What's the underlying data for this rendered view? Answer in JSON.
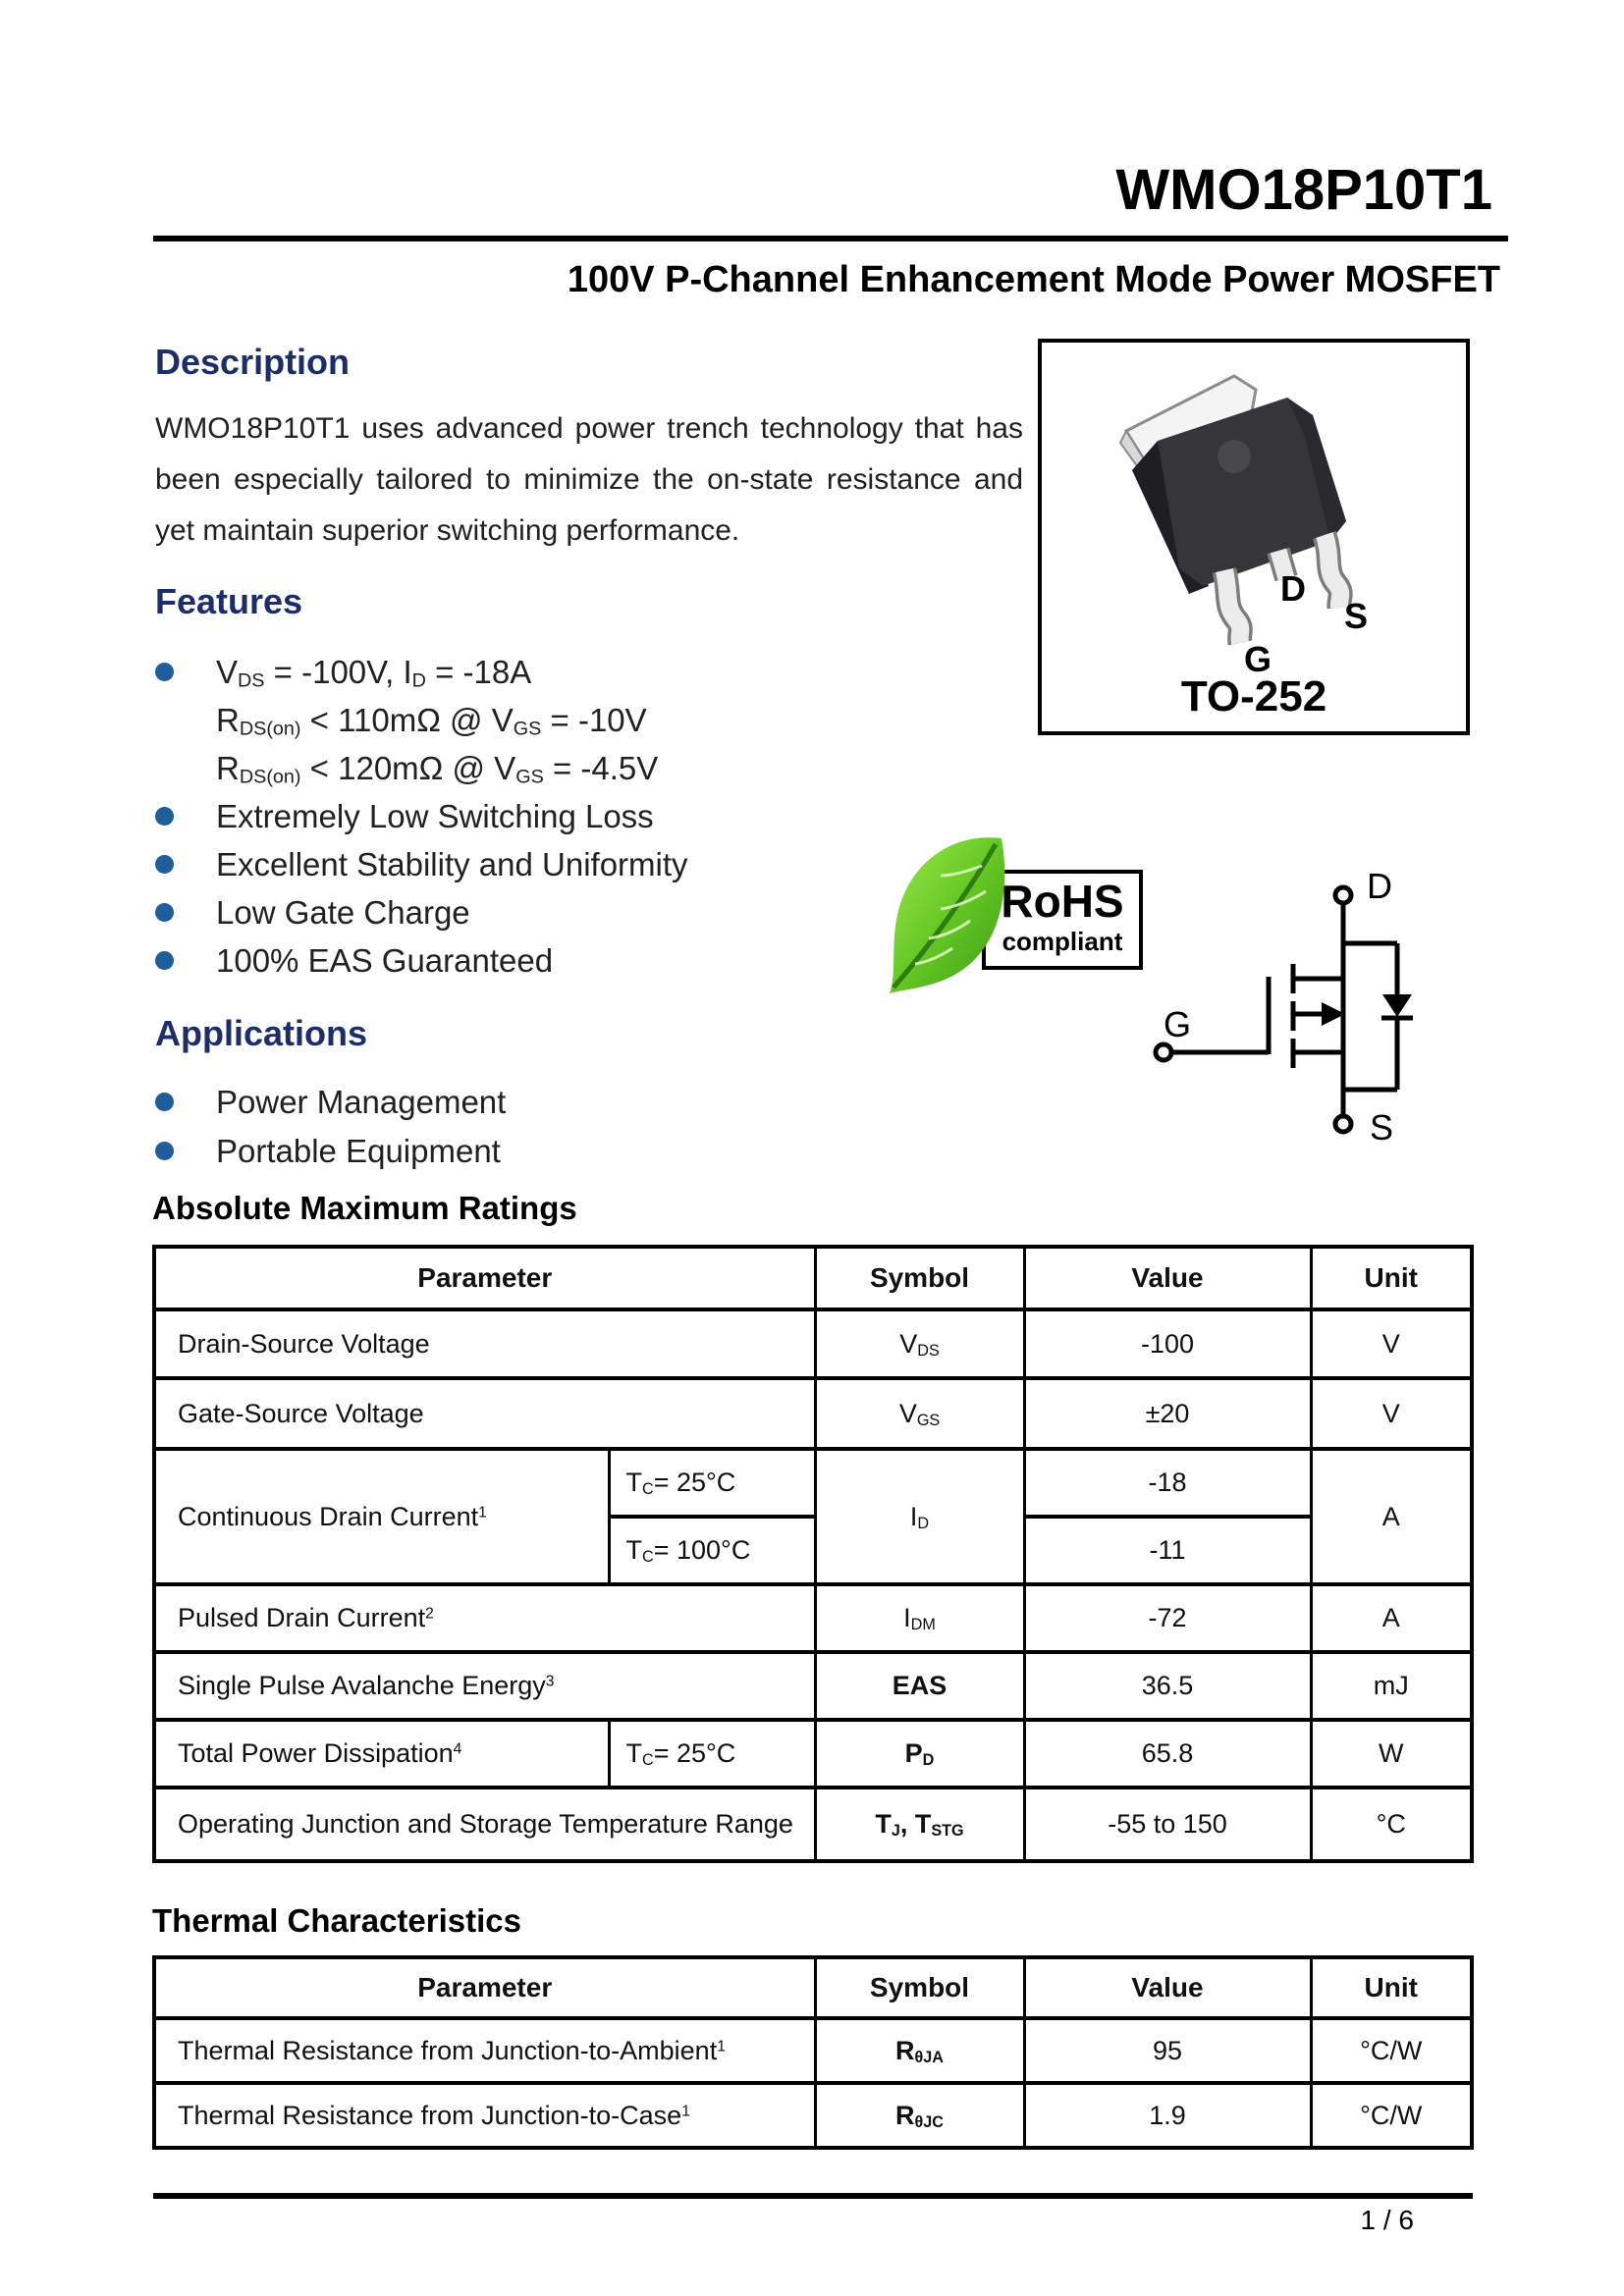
{
  "header": {
    "part_number": "WMO18P10T1",
    "subtitle": "100V P-Channel Enhancement Mode Power MOSFET"
  },
  "description": {
    "heading": "Description",
    "lines": [
      "WMO18P10T1 uses advanced power trench technology that has",
      "been especially tailored to minimize the on-state resistance and",
      "yet maintain superior switching performance."
    ]
  },
  "features": {
    "heading": "Features",
    "items": [
      {
        "bullet": true,
        "rich": [
          {
            "t": "V"
          },
          {
            "t": "DS",
            "s": "sub"
          },
          {
            "t": " = -100V, I"
          },
          {
            "t": "D",
            "s": "sub"
          },
          {
            "t": " = -18A"
          }
        ]
      },
      {
        "bullet": false,
        "rich": [
          {
            "t": "R"
          },
          {
            "t": "DS(on)",
            "s": "sub"
          },
          {
            "t": " < 110mΩ @ V"
          },
          {
            "t": "GS",
            "s": "sub"
          },
          {
            "t": " = -10V"
          }
        ]
      },
      {
        "bullet": false,
        "rich": [
          {
            "t": "R"
          },
          {
            "t": "DS(on)",
            "s": "sub"
          },
          {
            "t": " < 120mΩ @ V"
          },
          {
            "t": "GS",
            "s": "sub"
          },
          {
            "t": " = -4.5V"
          }
        ]
      },
      {
        "bullet": true,
        "rich": [
          {
            "t": "Extremely Low Switching Loss"
          }
        ]
      },
      {
        "bullet": true,
        "rich": [
          {
            "t": "Excellent Stability and Uniformity"
          }
        ]
      },
      {
        "bullet": true,
        "rich": [
          {
            "t": "Low Gate Charge"
          }
        ]
      },
      {
        "bullet": true,
        "rich": [
          {
            "t": "100% EAS Guaranteed"
          }
        ]
      }
    ]
  },
  "applications": {
    "heading": "Applications",
    "items": [
      "Power Management",
      "Portable Equipment"
    ]
  },
  "package_figure": {
    "name": "TO-252",
    "pin_drain": "D",
    "pin_source": "S",
    "pin_gate": "G"
  },
  "rohs": {
    "title": "RoHS",
    "subtitle": "compliant"
  },
  "symbol_figure": {
    "drain": "D",
    "gate": "G",
    "source": "S"
  },
  "amr": {
    "heading": "Absolute Maximum Ratings",
    "col_parameter": "Parameter",
    "col_symbol": "Symbol",
    "col_value": "Value",
    "col_unit": "Unit",
    "rows": {
      "dsv": {
        "param": [
          {
            "t": "Drain-Source Voltage"
          }
        ],
        "sym": [
          {
            "t": "V"
          },
          {
            "t": "DS",
            "s": "sub"
          }
        ],
        "value": "-100",
        "unit": "V"
      },
      "gsv": {
        "param": [
          {
            "t": "Gate-Source Voltage"
          }
        ],
        "sym": [
          {
            "t": "V"
          },
          {
            "t": "GS",
            "s": "sub"
          }
        ],
        "value": "±20",
        "unit": "V"
      },
      "idc": {
        "param": [
          {
            "t": "Continuous Drain Current"
          },
          {
            "t": "1",
            "s": "sup"
          }
        ],
        "cond1": [
          {
            "t": "T"
          },
          {
            "t": "C",
            "s": "sub"
          },
          {
            "t": "= 25°C"
          }
        ],
        "cond2": [
          {
            "t": "T"
          },
          {
            "t": "C",
            "s": "sub"
          },
          {
            "t": "= 100°C"
          }
        ],
        "sym": [
          {
            "t": "I"
          },
          {
            "t": "D",
            "s": "sub"
          }
        ],
        "value1": "-18",
        "value2": "-11",
        "unit": "A"
      },
      "idm": {
        "param": [
          {
            "t": "Pulsed Drain Current"
          },
          {
            "t": "2",
            "s": "sup"
          }
        ],
        "sym": [
          {
            "t": "I"
          },
          {
            "t": "DM",
            "s": "sub"
          }
        ],
        "value": "-72",
        "unit": "A"
      },
      "eas": {
        "param": [
          {
            "t": "Single Pulse Avalanche Energy"
          },
          {
            "t": "3",
            "s": "sup"
          }
        ],
        "sym": [
          {
            "t": "EAS"
          }
        ],
        "value": "36.5",
        "unit": "mJ"
      },
      "pd": {
        "param": [
          {
            "t": "Total Power Dissipation"
          },
          {
            "t": "4",
            "s": "sup"
          }
        ],
        "cond": [
          {
            "t": "T"
          },
          {
            "t": "C",
            "s": "sub"
          },
          {
            "t": "= 25°C"
          }
        ],
        "sym": [
          {
            "t": "P"
          },
          {
            "t": "D",
            "s": "sub"
          }
        ],
        "value": "65.8",
        "unit": "W"
      },
      "tj": {
        "param": [
          {
            "t": "Operating Junction and Storage Temperature Range"
          }
        ],
        "sym": [
          {
            "t": "T"
          },
          {
            "t": "J",
            "s": "sub"
          },
          {
            "t": ", T"
          },
          {
            "t": "STG",
            "s": "sub"
          }
        ],
        "value": "-55 to 150",
        "unit": "°C"
      }
    }
  },
  "thermal": {
    "heading": "Thermal Characteristics",
    "col_parameter": "Parameter",
    "col_symbol": "Symbol",
    "col_value": "Value",
    "col_unit": "Unit",
    "rows": {
      "rja": {
        "param": [
          {
            "t": "Thermal Resistance from Junction-to-Ambient"
          },
          {
            "t": "1",
            "s": "sup"
          }
        ],
        "sym": [
          {
            "t": "R"
          },
          {
            "t": "θJA",
            "s": "sub"
          }
        ],
        "value": "95",
        "unit": "°C/W"
      },
      "rjc": {
        "param": [
          {
            "t": "Thermal Resistance from Junction-to-Case"
          },
          {
            "t": "1",
            "s": "sup"
          }
        ],
        "sym": [
          {
            "t": "R"
          },
          {
            "t": "θJC",
            "s": "sub"
          }
        ],
        "value": "1.9",
        "unit": "°C/W"
      }
    }
  },
  "footer": {
    "page_indicator": "1 / 6"
  },
  "colors": {
    "heading_navy": "#1b2d6d",
    "bullet_blue": "#1e5d9e",
    "leaf_green_light": "#8fe143",
    "leaf_green_dark": "#3c9c16",
    "package_body": "#36363a"
  }
}
